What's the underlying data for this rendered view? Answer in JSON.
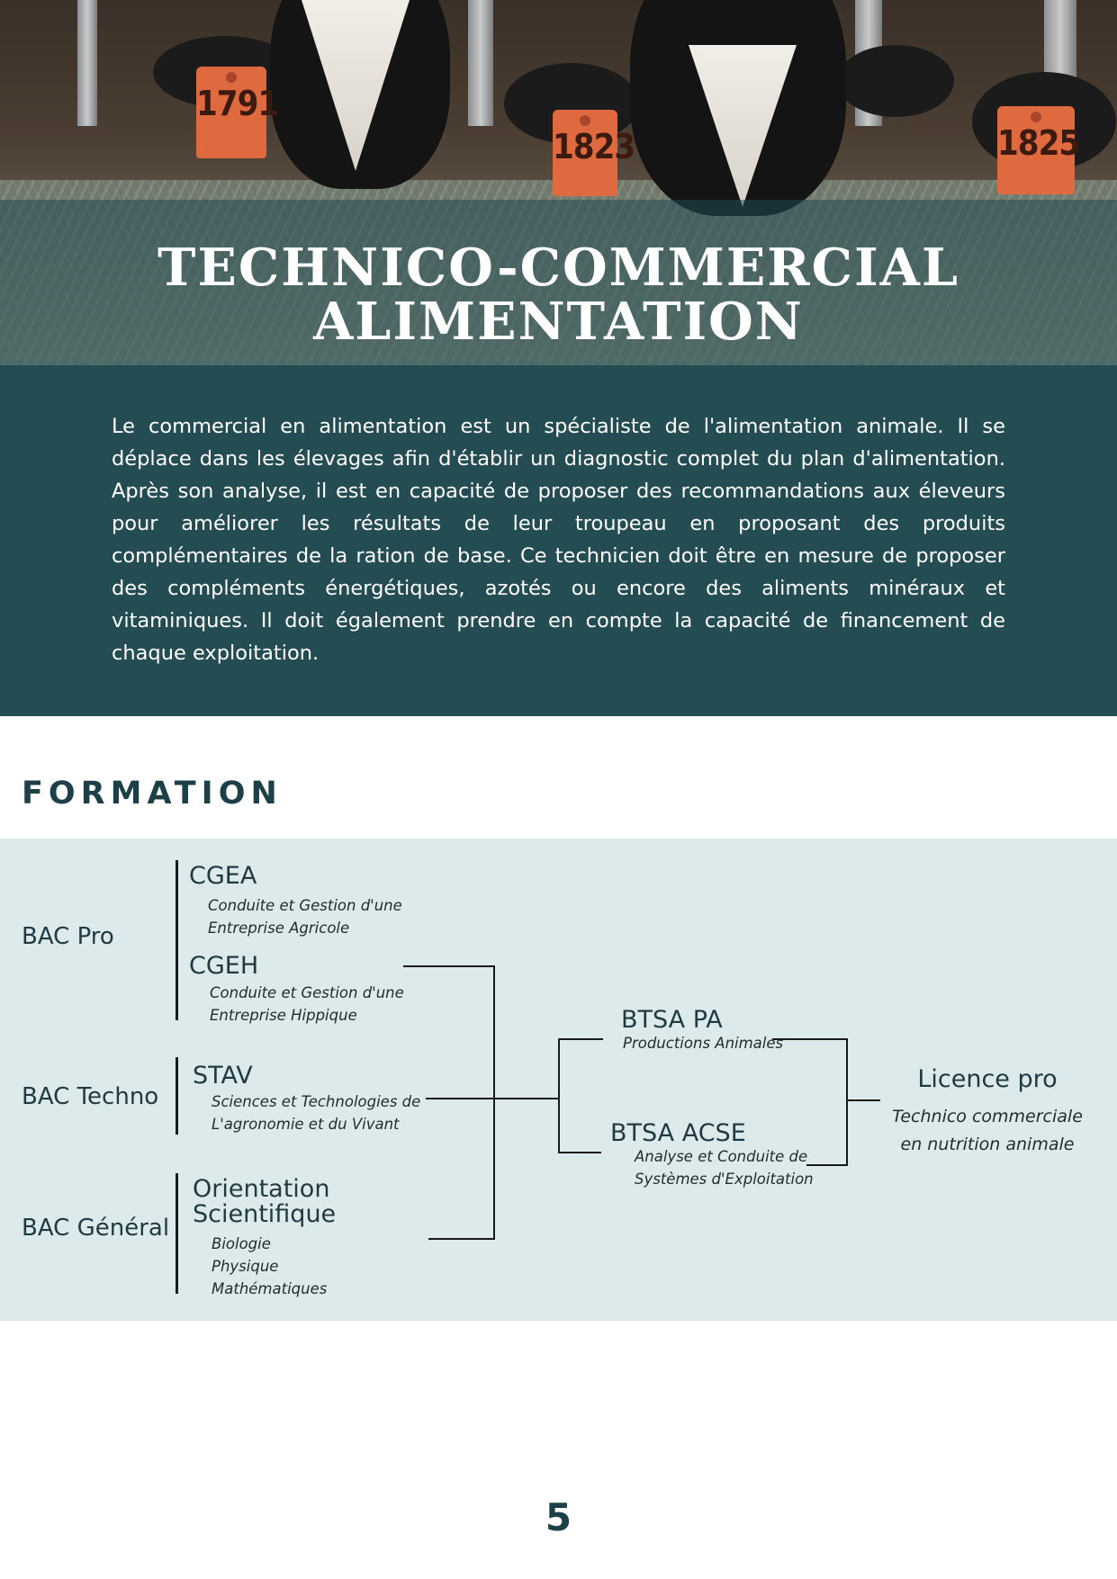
{
  "hero": {
    "title_line1": "TECHNICO-COMMERCIAL",
    "title_line2": "ALIMENTATION",
    "ear_tags": [
      "1791",
      "1823",
      "1825"
    ]
  },
  "intro": {
    "text": "Le commercial en alimentation est un spécialiste de l'alimentation animale. Il se déplace dans les élevages afin d'établir un diagnostic complet du plan d'alimentation. Après son analyse, il est en capacité de proposer des recommandations aux éleveurs pour améliorer les résultats de leur troupeau en proposant des produits complémentaires de la ration de base. Ce technicien doit être en mesure de proposer des compléments énergétiques, azotés ou encore des aliments minéraux et vitaminiques. Il doit également prendre en compte la capacité de financement de chaque exploitation."
  },
  "formation": {
    "title": "FORMATION",
    "bacs": {
      "pro": {
        "label": "BAC Pro",
        "programs": [
          {
            "code": "CGEA",
            "desc_line1": "Conduite et Gestion d'une",
            "desc_line2": "Entreprise Agricole"
          },
          {
            "code": "CGEH",
            "desc_line1": "Conduite et Gestion d'une",
            "desc_line2": "Entreprise Hippique"
          }
        ]
      },
      "techno": {
        "label": "BAC Techno",
        "programs": [
          {
            "code": "STAV",
            "desc_line1": "Sciences et Technologies de",
            "desc_line2": "L'agronomie et du Vivant"
          }
        ]
      },
      "general": {
        "label": "BAC Général",
        "programs": [
          {
            "code_line1": "Orientation",
            "code_line2": "Scientifique",
            "subjects": [
              "Biologie",
              "Physique",
              "Mathématiques"
            ]
          }
        ]
      }
    },
    "btsa": [
      {
        "code": "BTSA PA",
        "desc_line1": "Productions Animales"
      },
      {
        "code": "BTSA ACSE",
        "desc_line1": "Analyse et Conduite de",
        "desc_line2": "Systèmes d'Exploitation"
      }
    ],
    "licence": {
      "title": "Licence pro",
      "desc_line1": "Technico commerciale",
      "desc_line2": "en nutrition animale"
    }
  },
  "page_number": "5"
}
